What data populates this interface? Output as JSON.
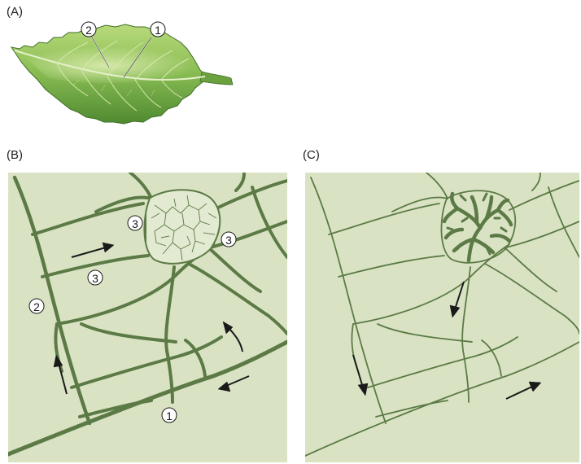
{
  "panels": {
    "a": {
      "label": "(A)",
      "markers": [
        "2",
        "1"
      ]
    },
    "b": {
      "label": "(B)",
      "markers": [
        "3",
        "3",
        "3",
        "2",
        "1"
      ]
    },
    "c": {
      "label": "(C)"
    }
  },
  "colors": {
    "background": "#d9e3c4",
    "vein": "#5c7a45",
    "leaf_light": "#c7e08a",
    "leaf_dark": "#5e9a38",
    "arrow": "#1a1a1a"
  }
}
